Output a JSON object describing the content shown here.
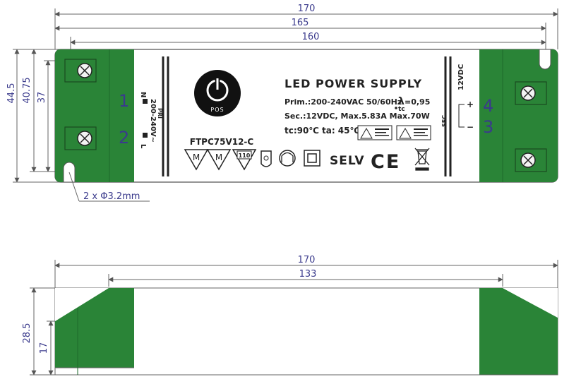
{
  "top_view": {
    "dimensions": {
      "overall_length": "170",
      "hole_span_outer": "165",
      "hole_span_inner": "160",
      "height_overall": "44.5",
      "height_mid": "40.75",
      "height_inner": "37",
      "holes_note": "2 x Φ3.2mm"
    },
    "label": {
      "title": "LED POWER SUPPLY",
      "prim": "Prim.:200-240VAC 50/60Hz",
      "pf_symbol": "λ",
      "pf_value": "=0,95",
      "tc_marker": "tc",
      "sec": "Sec.:12VDC, Max.5.83A Max.70W",
      "tc": "tc:90℃",
      "ta": "ta: 45℃",
      "model": "FTPC75V12-C",
      "logo_text": "POS",
      "selv": "SELV",
      "ce": "CE",
      "m_mark": "M",
      "rating_110": "110"
    },
    "primary_side": {
      "tag": "PRI",
      "voltage": "200-240V~",
      "n_label": "N",
      "l_label": "L"
    },
    "secondary_side": {
      "tag": "SEC",
      "voltage": "12VDC",
      "plus": "+",
      "minus": "−"
    },
    "terminals": {
      "t1": "1",
      "t2": "2",
      "t3": "3",
      "t4": "4"
    }
  },
  "side_view": {
    "dimensions": {
      "overall_length": "170",
      "top_length": "133",
      "height_overall": "28.5",
      "height_inner": "17"
    }
  },
  "colors": {
    "green": "#2a8437",
    "dimension_line": "#3a3a8c",
    "outline": "#555555"
  }
}
